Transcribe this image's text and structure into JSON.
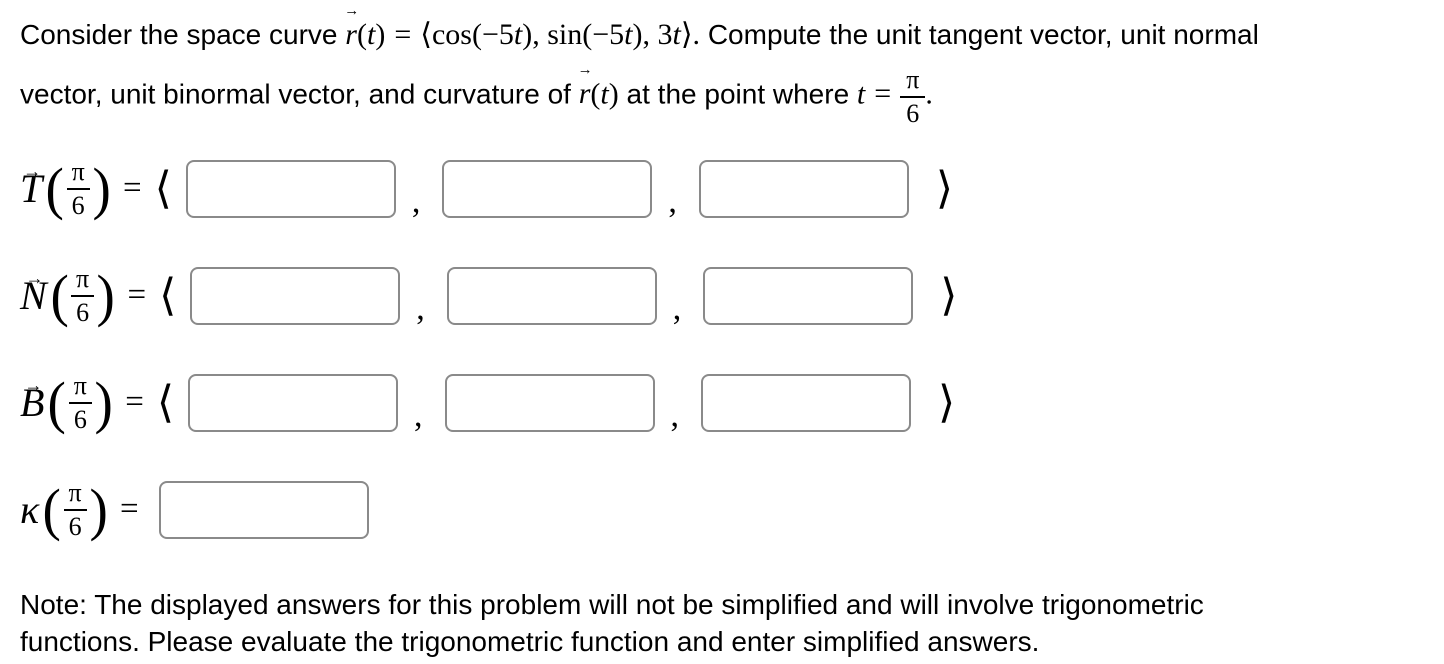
{
  "sym": {
    "lparen": "(",
    "rparen": ")",
    "langle": "⟨",
    "rangle": "⟩",
    "comma": ",",
    "equals": "=",
    "period": ".",
    "arrow": "→"
  },
  "colors": {
    "text": "#000000",
    "input_border": "#8a8a8a",
    "background": "#ffffff"
  },
  "statement": {
    "intro": "Consider the space curve",
    "r": "r",
    "t": "t",
    "components": {
      "c1": "cos(−5",
      "c2": "), sin(−5",
      "c3": "), 3"
    },
    "after_math": "Compute the unit tangent vector, unit normal",
    "line2a": "vector, unit binormal vector, and curvature of",
    "line2b": "at the point where",
    "frac": {
      "num": "π",
      "den": "6"
    }
  },
  "rows": [
    {
      "letter": "T"
    },
    {
      "letter": "N"
    },
    {
      "letter": "B"
    },
    {
      "letter": "κ"
    }
  ],
  "inputs": {
    "value": "",
    "placeholder": ""
  },
  "note": {
    "line1": "Note: The displayed answers for this problem will not be simplified and will involve trigonometric",
    "line2": "functions. Please evaluate the trigonometric function and enter simplified answers."
  }
}
